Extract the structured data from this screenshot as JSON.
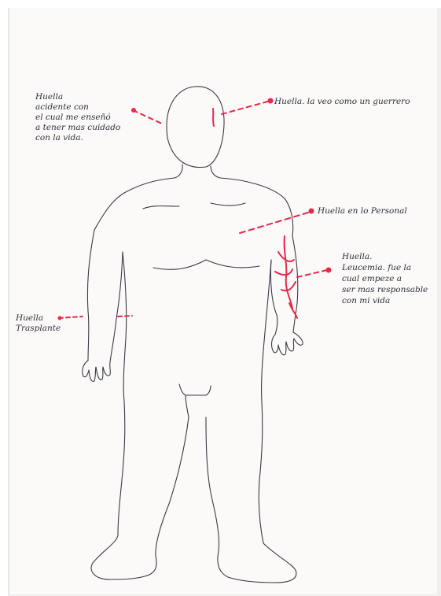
{
  "annotations": {
    "head_left": "Huella\nacidente con\nel cual me enseñó\na tener mas cuidado\ncon la vida.",
    "head_right": "Huella. la veo como un guerrero",
    "shoulder": "Huella en lo Personal",
    "arm": "Huella.\nLeucemia. fue la\ncual empeze a\nser mas responsable\ncon mi vida",
    "wrist": "Huella\nTrasplante"
  },
  "colors": {
    "ink": "#2d2d3a",
    "marker": "#e8294a",
    "paper": "#fbfaf9"
  }
}
